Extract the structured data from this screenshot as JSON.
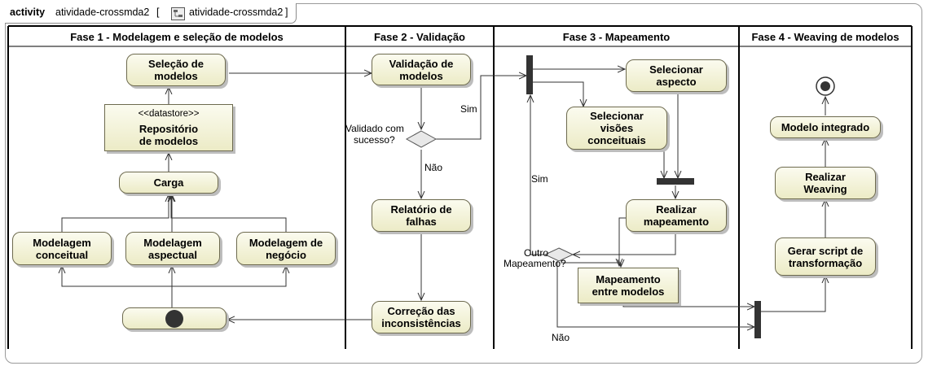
{
  "frame": {
    "keyword": "activity",
    "name": "atividade-crossmda2",
    "bracket_open": "[",
    "icon": "activity-diagram-icon",
    "name_again": "atividade-crossmda2",
    "bracket_close": "]"
  },
  "lanes": [
    {
      "title": "Fase 1 - Modelagem e seleção de modelos"
    },
    {
      "title": "Fase 2 - Validação"
    },
    {
      "title": "Fase 3 - Mapeamento"
    },
    {
      "title": "Fase 4 - Weaving de modelos"
    }
  ],
  "nodes": {
    "selecao": {
      "l1": "Seleção de",
      "l2": "modelos"
    },
    "repositorio": {
      "stereotype": "<<datastore>>",
      "l1": "Repositório",
      "l2": "de modelos"
    },
    "carga": {
      "l1": "Carga"
    },
    "mod_conceitual": {
      "l1": "Modelagem",
      "l2": "conceitual"
    },
    "mod_aspectual": {
      "l1": "Modelagem",
      "l2": "aspectual"
    },
    "mod_negocio": {
      "l1": "Modelagem de",
      "l2": "negócio"
    },
    "validacao": {
      "l1": "Validação de",
      "l2": "modelos"
    },
    "relatorio": {
      "l1": "Relatório de",
      "l2": "falhas"
    },
    "correcao": {
      "l1": "Correção das",
      "l2": "inconsistências"
    },
    "sel_aspecto": {
      "l1": "Selecionar",
      "l2": "aspecto"
    },
    "sel_visoes": {
      "l1": "Selecionar",
      "l2": "visões",
      "l3": "conceituais"
    },
    "realizar_map": {
      "l1": "Realizar",
      "l2": "mapeamento"
    },
    "map_entre": {
      "l1": "Mapeamento",
      "l2": "entre modelos"
    },
    "modelo_integrado": {
      "l1": "Modelo integrado"
    },
    "realizar_weaving": {
      "l1": "Realizar",
      "l2": "Weaving"
    },
    "gerar_script": {
      "l1": "Gerar script de",
      "l2": "transformação"
    }
  },
  "labels": {
    "validado_l1": "Validado com",
    "validado_l2": "sucesso?",
    "sim1": "Sim",
    "nao1": "Não",
    "sim2": "Sim",
    "outro_l1": "Outro",
    "outro_l2": "Mapeamento?",
    "nao2": "Não"
  }
}
